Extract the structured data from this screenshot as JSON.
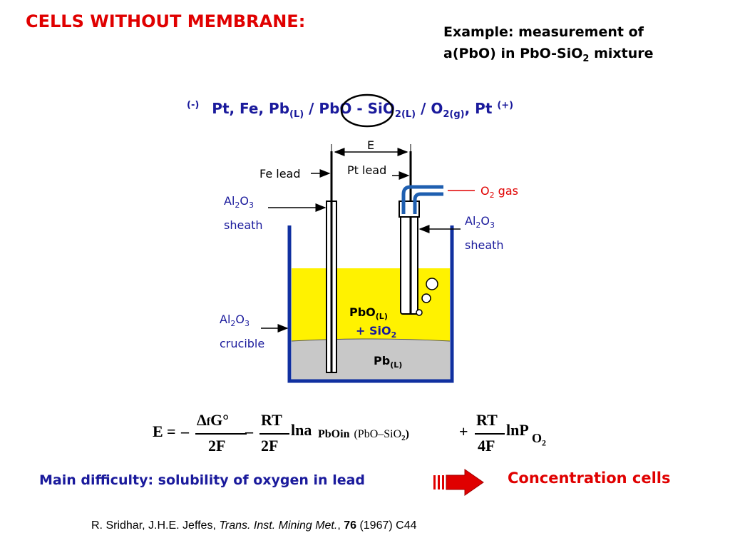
{
  "title": "CELLS WITHOUT MEMBRANE:",
  "example": {
    "line1": "Example: measurement of",
    "line2_prefix": "a(PbO) in PbO-SiO",
    "line2_sub": "2",
    "line2_suffix": " mixture"
  },
  "cell": {
    "neg_sign": "(-)",
    "metals": "Pt, Fe, Pb",
    "metals_sub": "(L)",
    "sep1": " / ",
    "pbo": "PbO",
    "dash": " - SiO",
    "sio_sub": "2(L)",
    "sep2": " / O",
    "o_sub": "2(g)",
    "pt": ", Pt ",
    "pos_sign": "(+)"
  },
  "diagram": {
    "e_label": "E",
    "fe_lead": "Fe lead",
    "pt_lead": "Pt lead",
    "o2_gas_prefix": "O",
    "o2_gas_sub": "2",
    "o2_gas_suffix": " gas",
    "sheath_left_line1": "Al",
    "sheath_left_word": "sheath",
    "sheath_right_word": "sheath",
    "crucible_word": "crucible",
    "al_sub1": "2",
    "o_char": "O",
    "al_sub2": "3",
    "melt_line1_prefix": "PbO",
    "melt_line1_sub": "(L)",
    "melt_line2_prefix": "+ SiO",
    "melt_line2_sub": "2",
    "pb_prefix": "Pb",
    "pb_sub": "(L)"
  },
  "equation": {
    "lhs": "E",
    "eq": "=",
    "minus1": "–",
    "f1_num_delta": "Δ",
    "f1_num_f": "f",
    "f1_num_g": "G°",
    "f1_den": "2F",
    "minus2": "–",
    "f2_num": "RT",
    "f2_den": "2F",
    "ln1": "ln",
    "a": "a",
    "a_sub": "PbOin",
    "paren": "(PbO–SiO",
    "paren_sub": "2",
    "paren_close": ")",
    "plus": "+",
    "f3_num": "RT",
    "f3_den": "4F",
    "ln2": "ln",
    "P": "P",
    "P_sub": "O",
    "P_sub2": "2"
  },
  "difficulty": "Main difficulty: solubility of oxygen in lead",
  "conclusion": "Concentration cells",
  "reference": {
    "authors": "R. Sridhar, J.H.E. Jeffes, ",
    "journal": "Trans. Inst. Mining Met.",
    "comma": ", ",
    "volume": "76",
    "rest": " (1967) C44"
  },
  "colors": {
    "title": "#e00000",
    "text_blue": "#1a1a9c",
    "crucible": "#1030a0",
    "melt": "#fff200",
    "lead": "#c8c8c8",
    "gas_tube": "#1f5fb0",
    "arrow": "#e00000"
  },
  "icons": {
    "arrow": "right-arrow-icon",
    "bubble": "bubble-icon"
  }
}
